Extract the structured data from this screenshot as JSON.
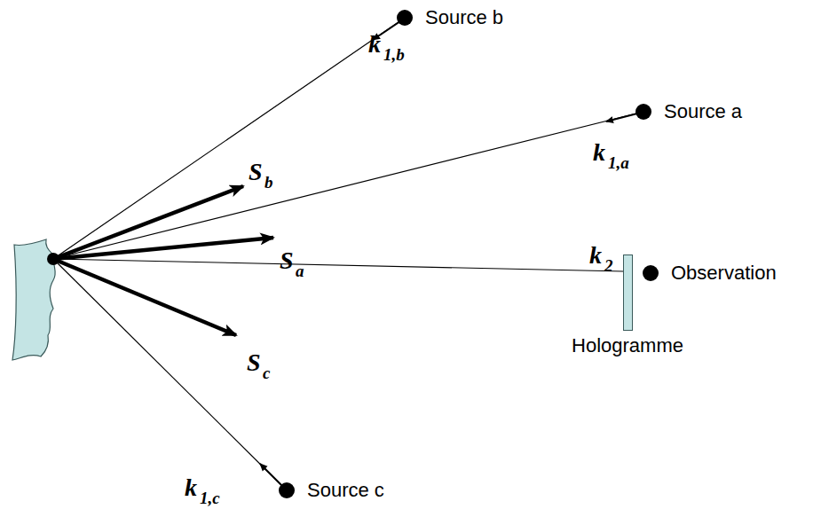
{
  "diagram": {
    "nodes": [
      {
        "text": [
          "Source b"
        ]
      },
      {
        "text": [
          "Source a"
        ]
      },
      {
        "text": [
          "Observation"
        ]
      },
      {
        "text": [
          "Hologramme"
        ]
      },
      {
        "text": [
          "Source c"
        ]
      }
    ],
    "labels": [
      "k",
      "1,b",
      "S",
      "b",
      "k",
      "1,a",
      "S",
      "a",
      "k",
      "2",
      "S",
      "c",
      "k",
      "1,c"
    ]
  }
}
